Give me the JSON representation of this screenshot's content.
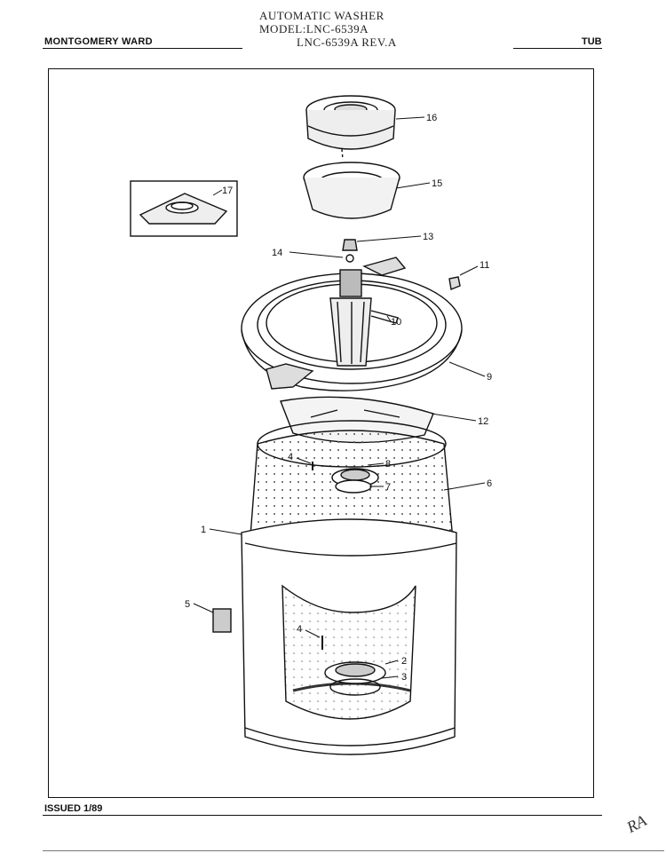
{
  "header": {
    "title_lines": [
      "AUTOMATIC WASHER",
      "MODEL:LNC-6539A",
      "LNC-6539A REV.A"
    ],
    "brand": "MONTGOMERY WARD",
    "section": "TUB"
  },
  "footer": {
    "issued": "ISSUED 1/89",
    "initials": "RA"
  },
  "callouts": [
    {
      "id": "callout-16",
      "label": "16"
    },
    {
      "id": "callout-17",
      "label": "17"
    },
    {
      "id": "callout-15",
      "label": "15"
    },
    {
      "id": "callout-13",
      "label": "13"
    },
    {
      "id": "callout-14",
      "label": "14"
    },
    {
      "id": "callout-11",
      "label": "11"
    },
    {
      "id": "callout-10",
      "label": "10"
    },
    {
      "id": "callout-9",
      "label": "9"
    },
    {
      "id": "callout-12",
      "label": "12"
    },
    {
      "id": "callout-4a",
      "label": "4"
    },
    {
      "id": "callout-8",
      "label": "8"
    },
    {
      "id": "callout-7",
      "label": "7"
    },
    {
      "id": "callout-6",
      "label": "6"
    },
    {
      "id": "callout-1",
      "label": "1"
    },
    {
      "id": "callout-5",
      "label": "5"
    },
    {
      "id": "callout-4b",
      "label": "4"
    },
    {
      "id": "callout-2",
      "label": "2"
    },
    {
      "id": "callout-3",
      "label": "3"
    }
  ]
}
